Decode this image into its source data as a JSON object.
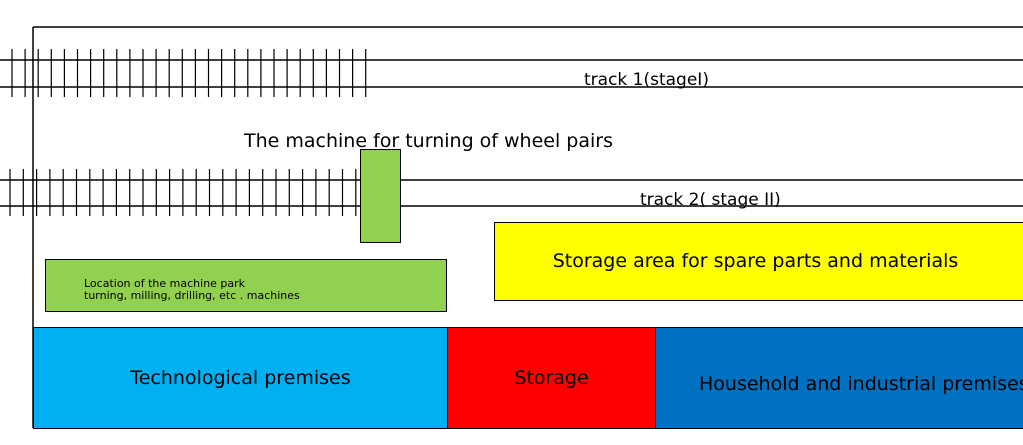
{
  "tracks": {
    "track1": {
      "label": "track 1(stageI)"
    },
    "track2": {
      "label": "track 2( stage II)"
    }
  },
  "machine": {
    "label": "The machine for turning of wheel pairs",
    "color": "#92D050"
  },
  "machine_park": {
    "line1": "Location of the machine park",
    "line2": "turning, milling, drilling, etc . machines",
    "color": "#92D050"
  },
  "storage_area": {
    "label": "Storage area for spare parts and materials",
    "color": "#FFFF00"
  },
  "premises": {
    "technological": {
      "label": "Technological premises",
      "color": "#00B0F0"
    },
    "storage": {
      "label": "Storage",
      "color": "#FF0000"
    },
    "household": {
      "label": "Household and industrial premises",
      "color": "#0070C0"
    }
  }
}
